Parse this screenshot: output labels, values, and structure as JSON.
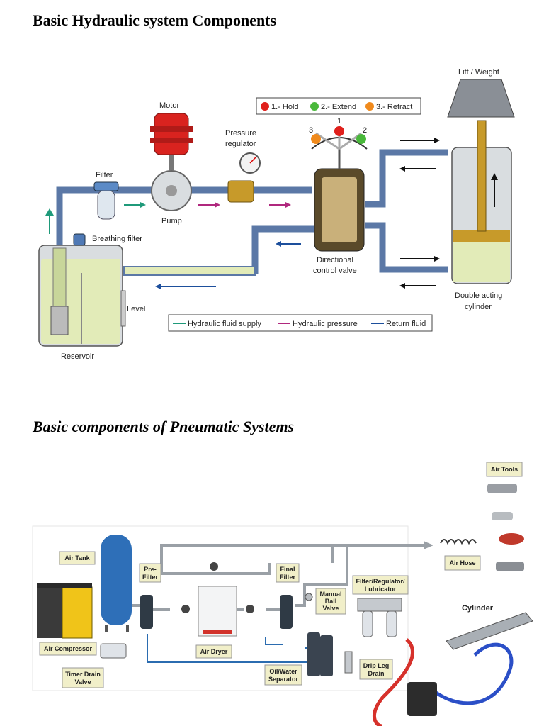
{
  "hydraulic": {
    "title": "Basic Hydraulic system Components",
    "labels": {
      "motor": "Motor",
      "filter": "Filter",
      "pump": "Pump",
      "pressure_regulator_1": "Pressure",
      "pressure_regulator_2": "regulator",
      "breathing_filter": "Breathing filter",
      "reservoir": "Reservoir",
      "level": "Level",
      "directional_1": "Directional",
      "directional_2": "control valve",
      "lift_weight": "Lift / Weight",
      "double_acting_1": "Double acting",
      "double_acting_2": "cylinder",
      "num_1": "1",
      "num_2": "2",
      "num_3": "3"
    },
    "valve_legend": [
      {
        "label": "1.- Hold",
        "color": "#e0201c"
      },
      {
        "label": "2.- Extend",
        "color": "#49b83a"
      },
      {
        "label": "3.- Retract",
        "color": "#f08a1c"
      }
    ],
    "flow_legend": [
      {
        "label": "Hydraulic fluid supply",
        "color": "#1f9a7a"
      },
      {
        "label": "Hydraulic pressure",
        "color": "#b0287e"
      },
      {
        "label": "Return fluid",
        "color": "#1d4f9c"
      }
    ],
    "colors": {
      "pipe": "#5b78a6",
      "oil": "#e2ebb8",
      "motor": "#d9231f",
      "brass": "#c79a2a"
    }
  },
  "pneumatic": {
    "title": "Basic components of Pneumatic Systems",
    "labels": {
      "air_tools": "Air Tools",
      "air_tank": "Air Tank",
      "pre_filter_1": "Pre-",
      "pre_filter_2": "Filter",
      "final_filter_1": "Final",
      "final_filter_2": "Filter",
      "manual_ball_1": "Manual",
      "manual_ball_2": "Ball",
      "manual_ball_3": "Valve",
      "frl_1": "Filter/Regulator/",
      "frl_2": "Lubricator",
      "air_hose": "Air Hose",
      "cylinder": "Cylinder",
      "air_compressor": "Air Compressor",
      "air_dryer": "Air Dryer",
      "timer_drain_1": "Timer Drain",
      "timer_drain_2": "Valve",
      "oil_water_1": "Oil/Water",
      "oil_water_2": "Separator",
      "drip_leg_1": "Drip Leg",
      "drip_leg_2": "Drain"
    },
    "colors": {
      "tank": "#2e6fb8",
      "compressor": "#f0c419",
      "pipe": "#9aa0a6",
      "drain_line": "#2b6cb0",
      "hose_red": "#d6312b",
      "hose_blue": "#2b4fc7"
    }
  }
}
